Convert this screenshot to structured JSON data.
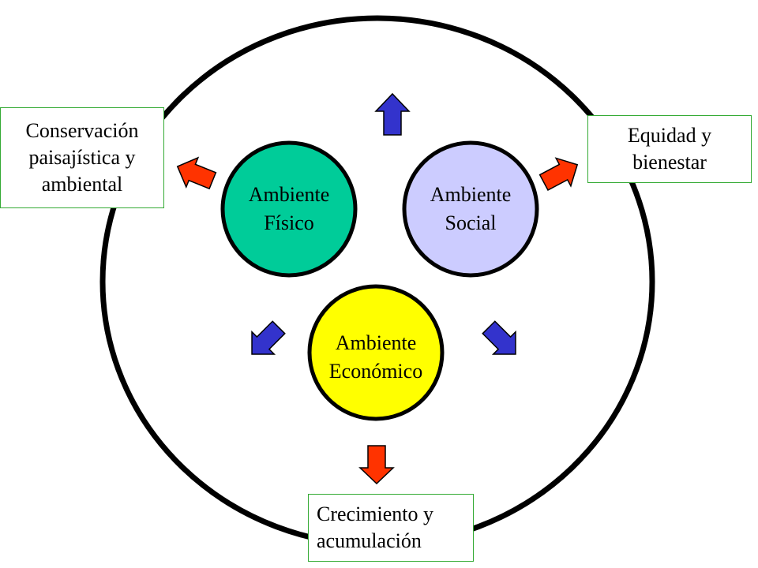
{
  "colors": {
    "outer_ring": "#000000",
    "fisico": "#00cc99",
    "social": "#ccccff",
    "economico": "#ffff00",
    "arrow_blue": "#3333cc",
    "arrow_red": "#ff3300",
    "box_border": "#33aa33"
  },
  "circles": {
    "fisico": {
      "line1": "Ambiente",
      "line2": "Físico"
    },
    "social": {
      "line1": "Ambiente",
      "line2": "Social"
    },
    "economico": {
      "line1": "Ambiente",
      "line2": "Económico"
    }
  },
  "boxes": {
    "conservacion": {
      "line1": "Conservación",
      "line2": "paisajística y",
      "line3": "ambiental"
    },
    "equidad": {
      "line1": "Equidad  y",
      "line2": "bienestar"
    },
    "crecimiento": {
      "line1": "Crecimiento y",
      "line2": "acumulación"
    }
  },
  "arrows": [
    {
      "name": "arrow-up",
      "color": "blue",
      "direction": "up"
    },
    {
      "name": "arrow-to-conservacion",
      "color": "red",
      "direction": "up-left"
    },
    {
      "name": "arrow-to-equidad",
      "color": "red",
      "direction": "up-right"
    },
    {
      "name": "arrow-down-left",
      "color": "blue",
      "direction": "down-left"
    },
    {
      "name": "arrow-down-right",
      "color": "blue",
      "direction": "down-right"
    },
    {
      "name": "arrow-to-crecimiento",
      "color": "red",
      "direction": "down"
    }
  ]
}
